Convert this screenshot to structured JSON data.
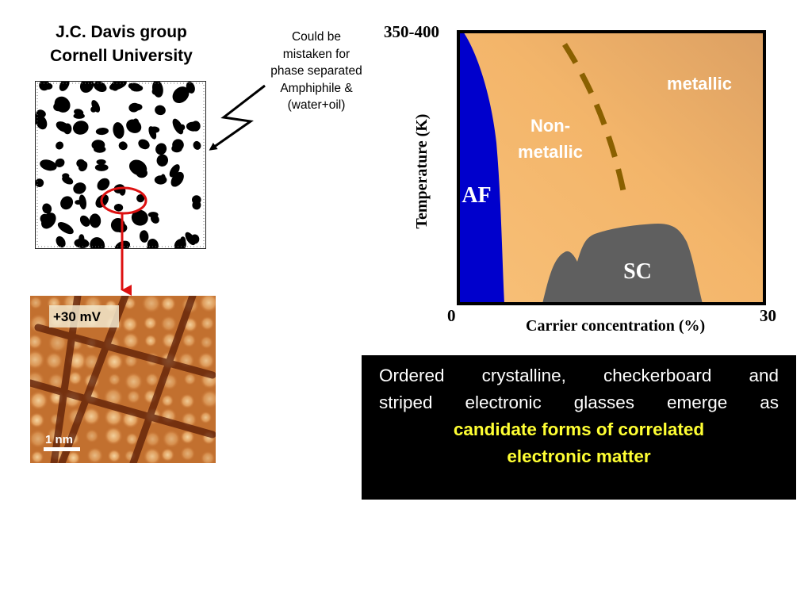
{
  "header": {
    "group_line1": "J.C. Davis group",
    "group_line2": "Cornell University"
  },
  "callout": {
    "lines": [
      "Could be",
      "mistaken for",
      "phase separated",
      "Amphiphile &",
      "(water+oil)"
    ]
  },
  "stm": {
    "voltage_label": "+30 mV",
    "scale_label": "1 nm"
  },
  "phase_diagram": {
    "y_top_label": "350-400",
    "x_min_label": "0",
    "x_max_label": "30",
    "x_axis_label": "Carrier concentration (%)",
    "y_axis_label": "Temperature (K)",
    "regions": {
      "af": "AF",
      "nonmetallic_line1": "Non-",
      "nonmetallic_line2": "metallic",
      "metallic": "metallic",
      "sc": "SC"
    },
    "colors": {
      "af": "#0000cc",
      "background_light": "#f6b869",
      "background_dark": "#dea060",
      "sc": "#5f5f5f",
      "crossover_line": "#8a6000"
    }
  },
  "caption": {
    "line1": "Ordered crystalline, checkerboard and",
    "line2": "striped electronic glasses emerge as",
    "highlight_line1": "candidate forms of correlated",
    "highlight_line2": "electronic matter",
    "highlight_color": "#ffff33"
  },
  "annotation_colors": {
    "marker": "#dd1111"
  }
}
